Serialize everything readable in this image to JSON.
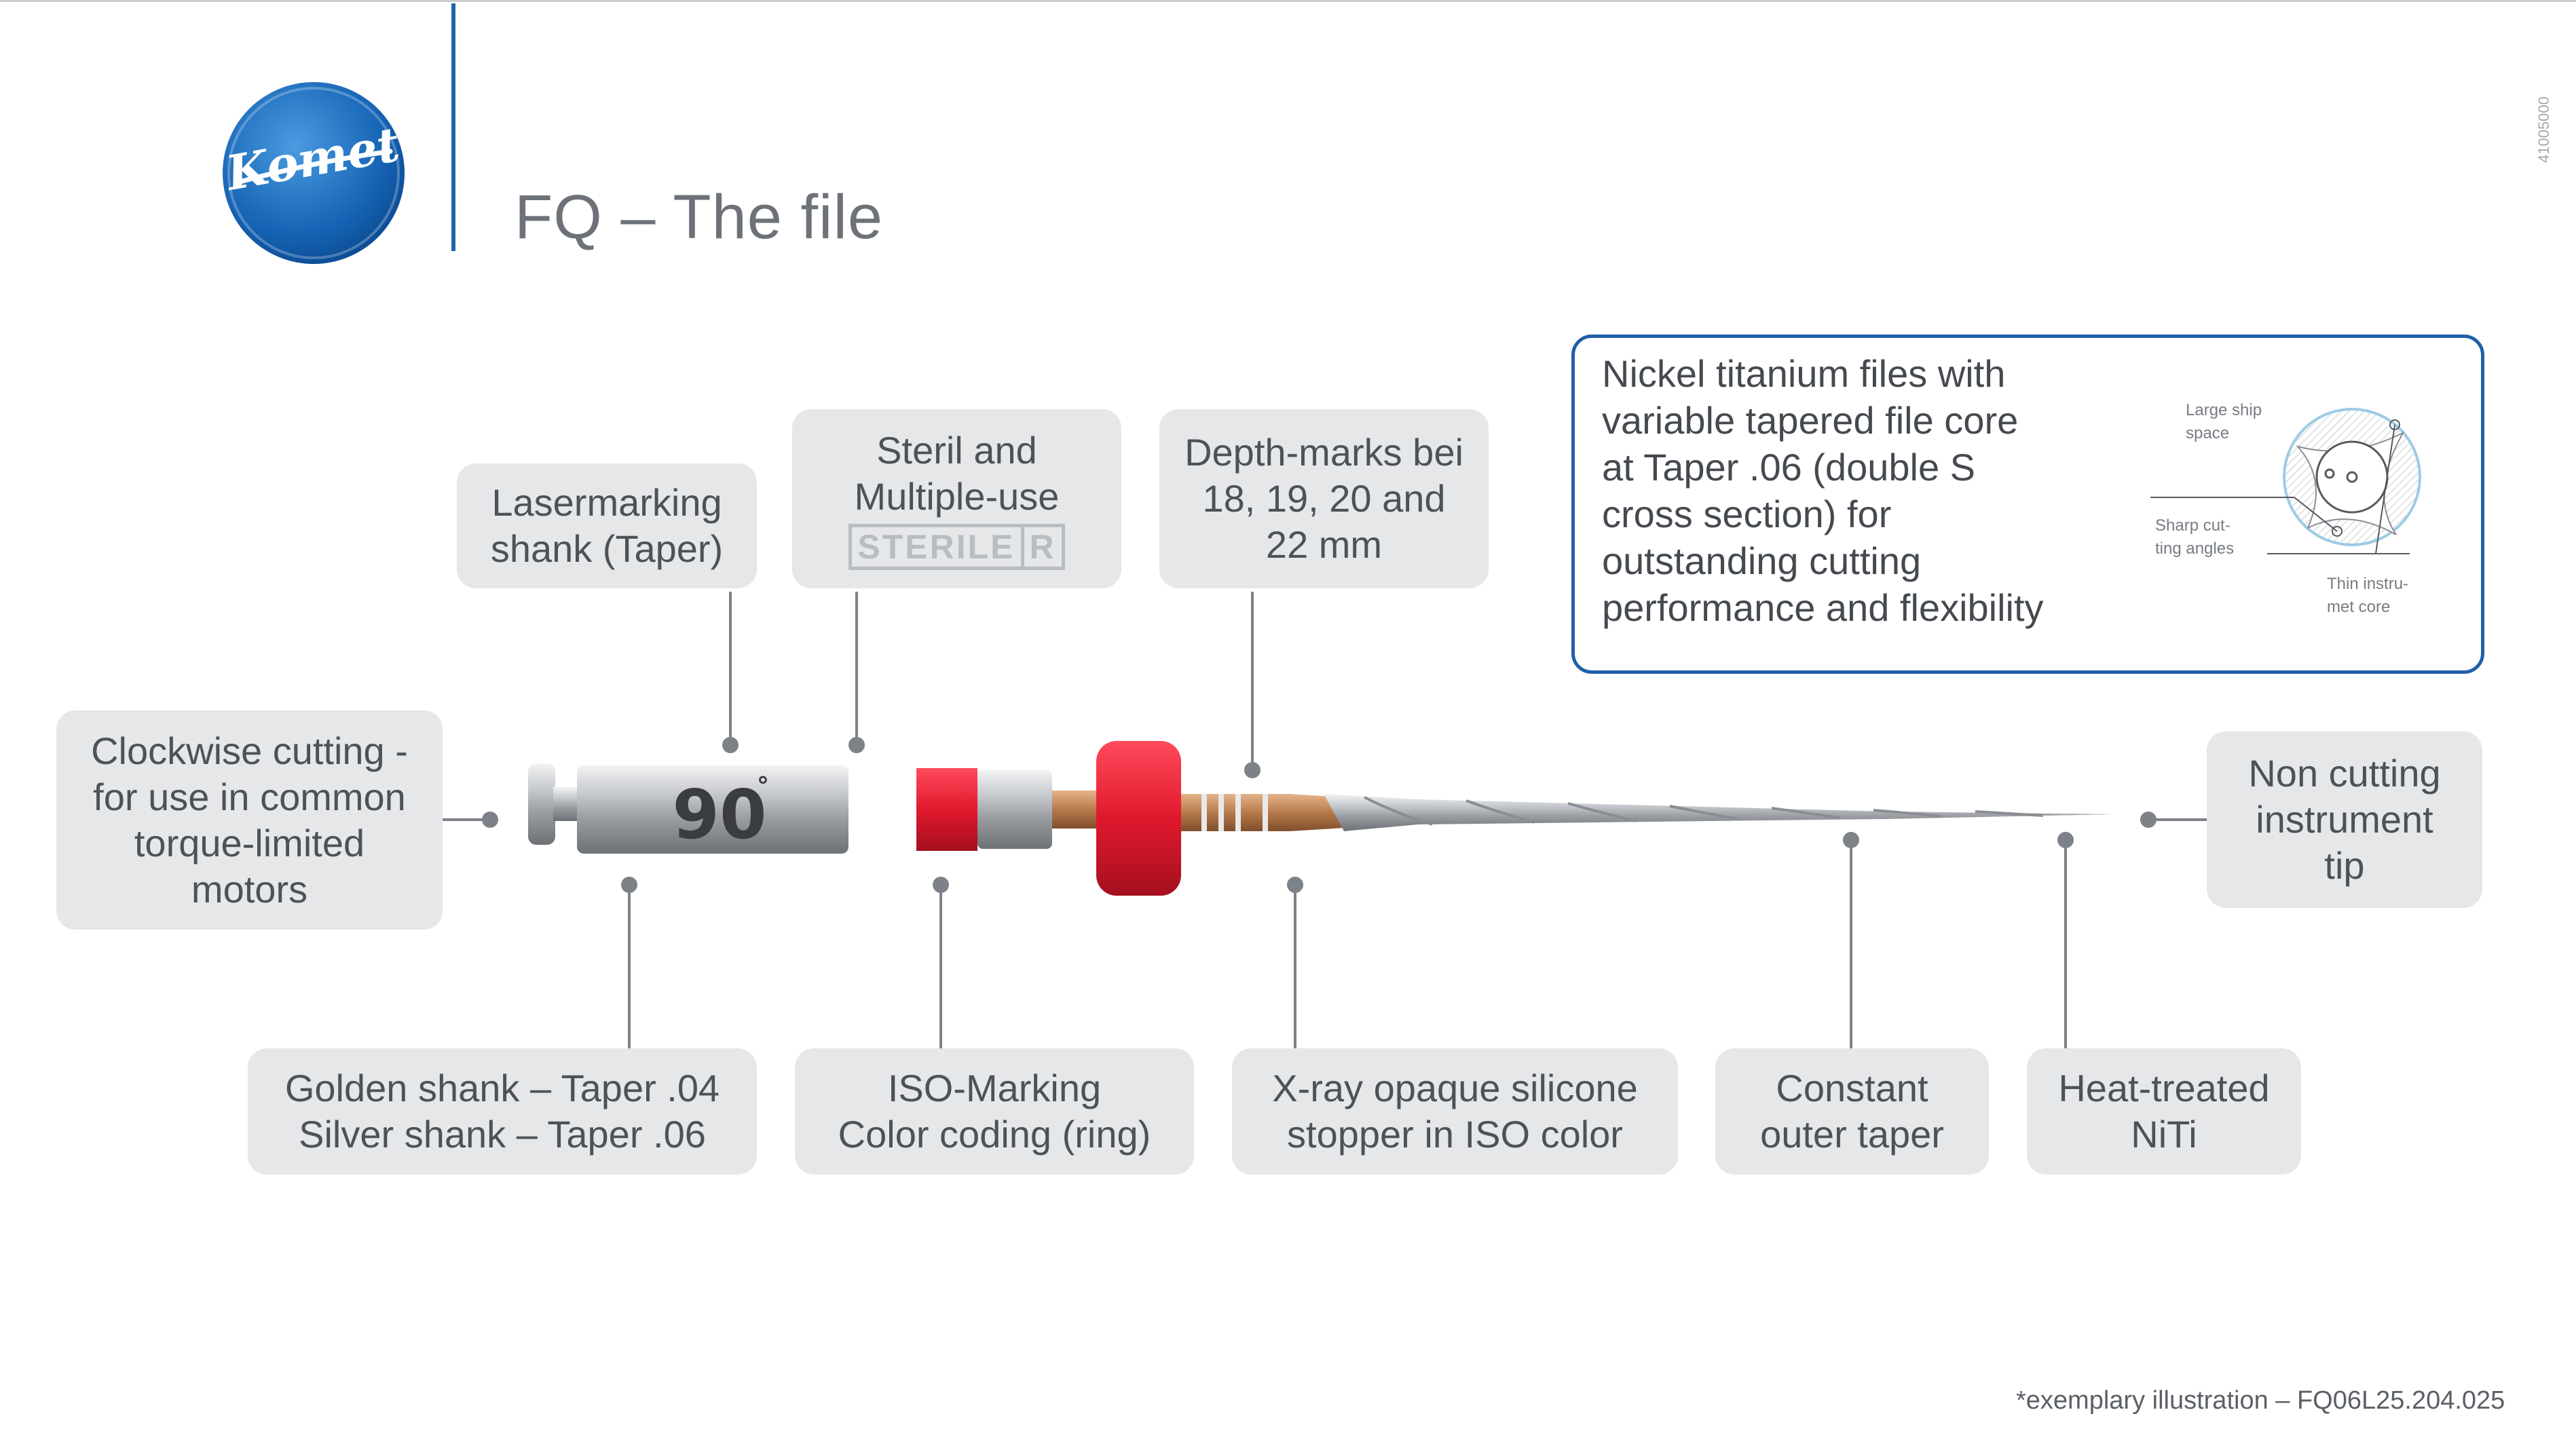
{
  "slide": {
    "title": "FQ – The file",
    "document_id": "41005000",
    "footnote": "*exemplary illustration – FQ06L25.204.025"
  },
  "logo": {
    "text": "Komet",
    "color": "#1c6cc0"
  },
  "file_marking": "90",
  "callouts": {
    "lasermarking": {
      "lines": [
        "Lasermarking",
        "shank (Taper)"
      ]
    },
    "sterile": {
      "lines": [
        "Steril and",
        "Multiple-use"
      ],
      "badge": [
        "STERILE",
        "R"
      ]
    },
    "depth": {
      "lines": [
        "Depth-marks  bei",
        "18, 19, 20 and",
        "22 mm"
      ]
    },
    "clockwise": {
      "lines": [
        "Clockwise cutting -",
        "for use in common",
        "torque-limited",
        "motors"
      ]
    },
    "tip": {
      "lines": [
        "Non cutting",
        "instrument",
        "tip"
      ]
    },
    "golden": {
      "lines": [
        "Golden shank – Taper .04",
        "Silver shank – Taper .06"
      ]
    },
    "iso": {
      "lines": [
        "ISO-Marking",
        "Color coding (ring)"
      ]
    },
    "xray": {
      "lines": [
        "X-ray opaque silicone",
        "stopper in ISO color"
      ]
    },
    "constant": {
      "lines": [
        "Constant",
        "outer taper"
      ]
    },
    "heat": {
      "lines": [
        "Heat-treated",
        "NiTi"
      ]
    }
  },
  "info_panel": {
    "lines": [
      "Nickel titanium files with",
      "variable tapered file core",
      "at Taper .06 (double S",
      "cross section) for",
      "outstanding cutting",
      "performance  and flexibility"
    ],
    "labels": {
      "chip": [
        "Large ship",
        "space"
      ],
      "angles": [
        "Sharp cut-",
        "ting angles"
      ],
      "core": [
        "Thin instru-",
        "met core"
      ]
    }
  },
  "colors": {
    "brand_blue": "#1f63ad",
    "stopper_red": "#e0182d",
    "box_gray": "#e5e7e9",
    "gold": "#b87a4b"
  }
}
